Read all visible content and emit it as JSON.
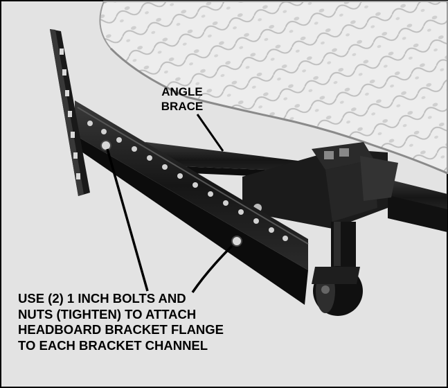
{
  "labels": {
    "angle_brace": [
      "ANGLE",
      "BRACE"
    ],
    "instruction": [
      "USE (2) 1 INCH BOLTS AND",
      "NUTS (TIGHTEN) TO ATTACH",
      "HEADBOARD BRACKET FLANGE",
      "TO EACH BRACKET CHANNEL"
    ]
  },
  "colors": {
    "background": "#e3e3e3",
    "border": "#000000",
    "mattress": "#eeeeee",
    "steel": "#1a1a1a",
    "text": "#000000"
  }
}
